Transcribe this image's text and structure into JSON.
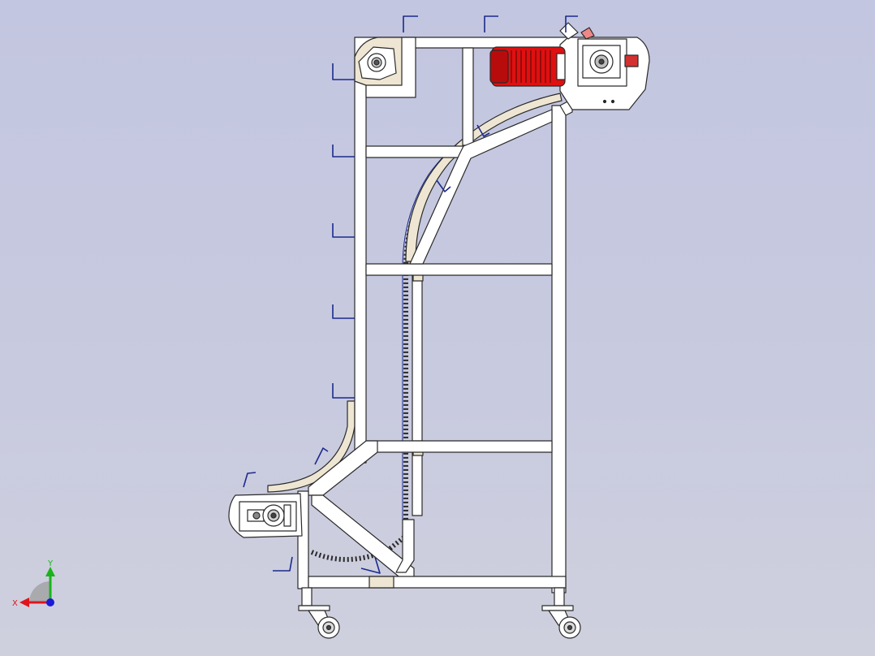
{
  "view": {
    "background_top": "#c3c6e0",
    "background_bottom": "#cfd0de"
  },
  "triad": {
    "x_label": "X",
    "y_label": "Y",
    "x_color": "#e0141c",
    "y_color": "#1bb31b",
    "z_color": "#1a1ad8"
  },
  "model": {
    "frame_color": "#ffffff",
    "edge_color": "#2a2a2a",
    "guide_color": "#eee6d2",
    "bucket_color": "#1b2a8c",
    "motor_color": "#e01010",
    "drive_side": "top-right",
    "tail_side": "bottom-left"
  }
}
